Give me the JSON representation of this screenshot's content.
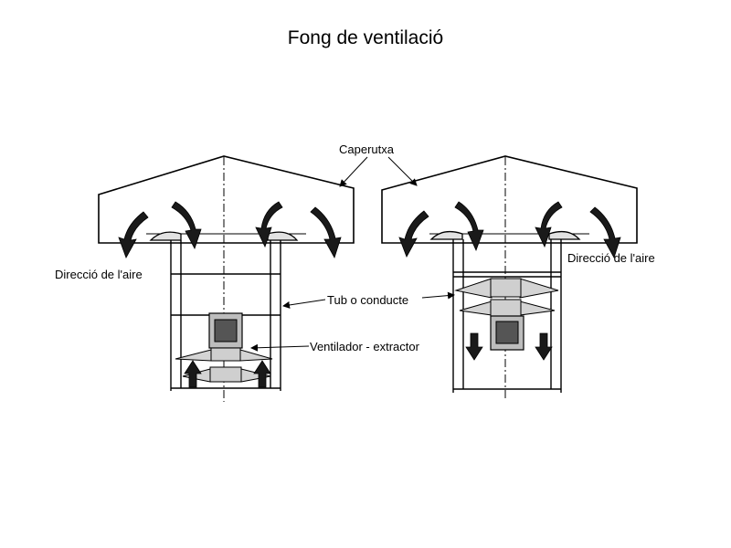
{
  "title": "Fong de ventilació",
  "labels": {
    "hood": "Caperutxa",
    "air_direction": "Direcció de l'aire",
    "duct": "Tub o conducte",
    "fan": "Ventilador - extractor"
  }
}
